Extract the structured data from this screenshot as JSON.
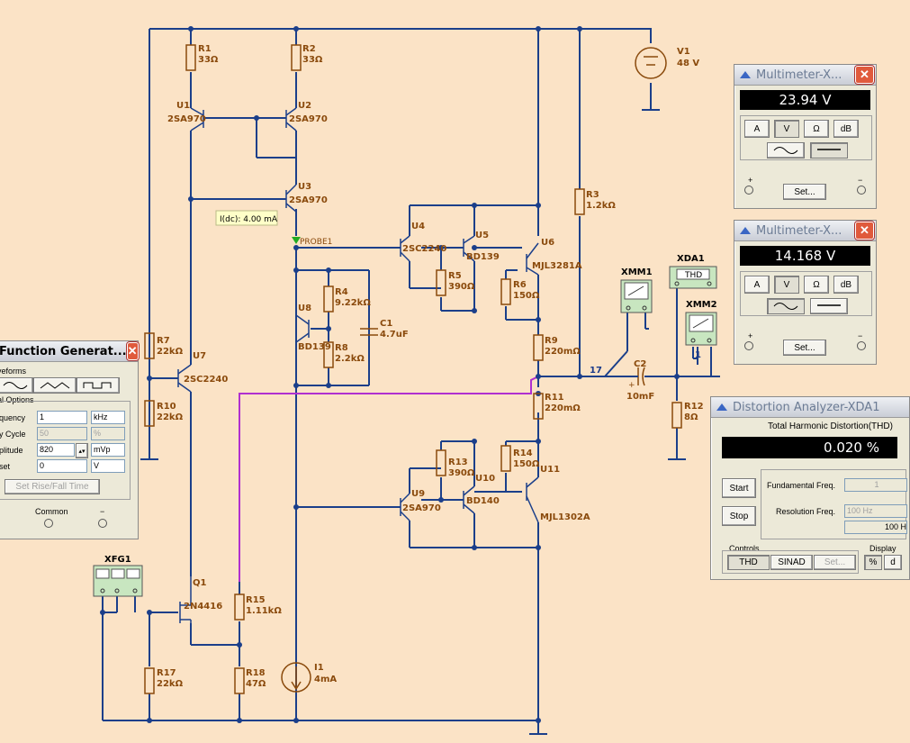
{
  "schematic": {
    "labels": {
      "r1": "R1",
      "r1v": "33Ω",
      "r2": "R2",
      "r2v": "33Ω",
      "r3": "R3",
      "r3v": "1.2kΩ",
      "r4": "R4",
      "r4v": "9.22kΩ",
      "r5": "R5",
      "r5v": "390Ω",
      "r6": "R6",
      "r6v": "150Ω",
      "r7": "R7",
      "r7v": "22kΩ",
      "r8": "R8",
      "r8v": "2.2kΩ",
      "r9": "R9",
      "r9v": "220mΩ",
      "r10": "R10",
      "r10v": "22kΩ",
      "r11": "R11",
      "r11v": "220mΩ",
      "r12": "R12",
      "r12v": "8Ω",
      "r13": "R13",
      "r13v": "390Ω",
      "r14": "R14",
      "r14v": "150Ω",
      "r15": "R15",
      "r15v": "1.11kΩ",
      "r17": "R17",
      "r17v": "22kΩ",
      "r18": "R18",
      "r18v": "47Ω",
      "u1": "U1",
      "u1t": "2SA970",
      "u2": "U2",
      "u2t": "2SA970",
      "u3": "U3",
      "u3t": "2SA970",
      "u4": "U4",
      "u4t": "2SC2240",
      "u5": "U5",
      "u5t": "BD139",
      "u6": "U6",
      "u6t": "MJL3281A",
      "u7": "U7",
      "u7t": "2SC2240",
      "u8": "U8",
      "u8t": "BD139",
      "u9": "U9",
      "u9t": "2SA970",
      "u10": "U10",
      "u10t": "BD140",
      "u11": "U11",
      "u11t": "MJL1302A",
      "q1": "Q1",
      "q1t": "2N4416",
      "c1": "C1",
      "c1v": "4.7uF",
      "c2": "C2",
      "c2v": "10mF",
      "v1": "V1",
      "v1v": "48 V",
      "i1": "I1",
      "i1v": "4mA",
      "probe": "PROBE1",
      "probe_tip": "I(dc): 4.00 mA",
      "node17": "17",
      "node1": "1",
      "xmm1": "XMM1",
      "xmm2": "XMM2",
      "xda1": "XDA1",
      "xda_thd": "THD",
      "xfg1": "XFG1",
      "plus": "+",
      "minus": "−"
    }
  },
  "multimeter1": {
    "title": "Multimeter-X...",
    "reading": "23.94 V",
    "buttons": [
      "A",
      "V",
      "Ω",
      "dB"
    ],
    "plus": "+",
    "minus": "−",
    "set_label": "Set..."
  },
  "multimeter2": {
    "title": "Multimeter-X...",
    "reading": "14.168 V",
    "buttons": [
      "A",
      "V",
      "Ω",
      "dB"
    ],
    "plus": "+",
    "minus": "−",
    "set_label": "Set..."
  },
  "function_generator": {
    "title": "Function Generat...",
    "waveforms_label": "veforms",
    "signal_options_label": "al Options",
    "rows": [
      {
        "label": "quency",
        "value": "1",
        "unit": "kHz",
        "disabled": false
      },
      {
        "label": "y Cycle",
        "value": "50",
        "unit": "%",
        "disabled": true
      },
      {
        "label": "plitude",
        "value": "820",
        "unit": "mVp",
        "disabled": false
      },
      {
        "label": "set",
        "value": "0",
        "unit": "V",
        "disabled": false
      }
    ],
    "rise_fall_label": "Set Rise/Fall Time",
    "common_label": "Common",
    "minus_label": "−"
  },
  "distortion_analyzer": {
    "title": "Distortion Analyzer-XDA1",
    "thd_header": "Total Harmonic Distortion(THD)",
    "reading": "0.020 %",
    "start_label": "Start",
    "stop_label": "Stop",
    "fundamental_label": "Fundamental Freq.",
    "fundamental_value": "1",
    "resolution_label": "Resolution Freq.",
    "resolution_value": "100 Hz",
    "extra_value": "100 H",
    "controls_label": "Controls",
    "thd_btn": "THD",
    "sinad_btn": "SINAD",
    "set_btn": "Set...",
    "display_label": "Display",
    "pct_btn": "%",
    "db_btn": "d"
  },
  "colors": {
    "wire": "#1b3f8a",
    "component": "#8a4a0c",
    "probe_wire": "#b030d0",
    "background": "#fbe3c6"
  }
}
